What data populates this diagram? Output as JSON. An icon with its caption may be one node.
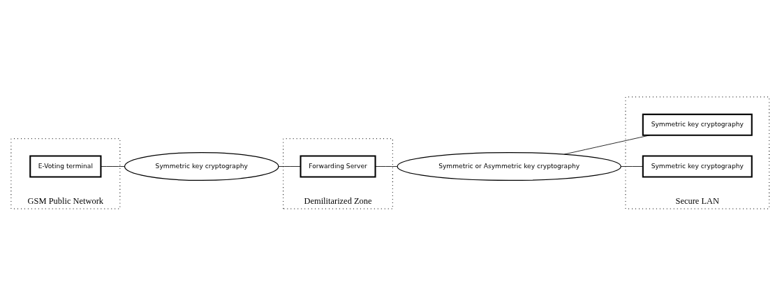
{
  "diagram": {
    "nodes": [
      {
        "text": [
          "GSM Public Network"
        ]
      },
      {
        "text": [
          "Demilitarized Zone"
        ]
      },
      {
        "text": [
          "Secure LAN"
        ]
      },
      {
        "text": [
          "E-Voting terminal"
        ],
        "in": 0
      },
      {
        "text": [
          "Symmetric key cryptography"
        ]
      },
      {
        "text": [
          "Forwarding Server"
        ],
        "in": 1
      },
      {
        "text": [
          "Symmetric or Asymmetric key cryptography"
        ]
      },
      {
        "text": [
          "Symmetric key cryptography"
        ],
        "in": 2
      },
      {
        "text": [
          "Symmetric key cryptography"
        ],
        "in": 2
      }
    ],
    "edges": [
      {
        "from": 3,
        "to": 4,
        "arrow": "none"
      },
      {
        "from": 4,
        "to": 5,
        "arrow": "none"
      },
      {
        "from": 5,
        "to": 6,
        "arrow": "none"
      },
      {
        "from": 6,
        "to": 7,
        "arrow": "none"
      },
      {
        "from": 6,
        "to": 8,
        "arrow": "none"
      }
    ]
  }
}
